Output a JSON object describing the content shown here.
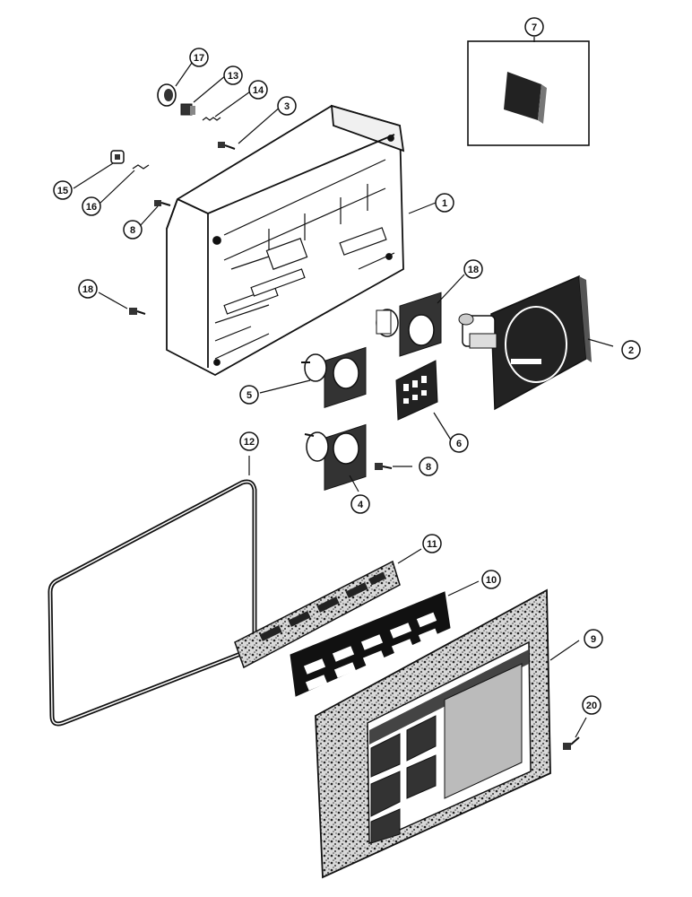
{
  "diagram": {
    "callouts": [
      {
        "id": "c1",
        "label": "1"
      },
      {
        "id": "c2",
        "label": "2"
      },
      {
        "id": "c3",
        "label": "3"
      },
      {
        "id": "c4",
        "label": "4"
      },
      {
        "id": "c5",
        "label": "5"
      },
      {
        "id": "c6",
        "label": "6"
      },
      {
        "id": "c7",
        "label": "7"
      },
      {
        "id": "c8a",
        "label": "8"
      },
      {
        "id": "c8b",
        "label": "8"
      },
      {
        "id": "c9",
        "label": "9"
      },
      {
        "id": "c10",
        "label": "10"
      },
      {
        "id": "c11",
        "label": "11"
      },
      {
        "id": "c12",
        "label": "12"
      },
      {
        "id": "c13",
        "label": "13"
      },
      {
        "id": "c14",
        "label": "14"
      },
      {
        "id": "c15",
        "label": "15"
      },
      {
        "id": "c16",
        "label": "16"
      },
      {
        "id": "c17",
        "label": "17"
      },
      {
        "id": "c18a",
        "label": "18"
      },
      {
        "id": "c18b",
        "label": "18"
      },
      {
        "id": "c20",
        "label": "20"
      }
    ]
  },
  "colors": {
    "ink": "#111111",
    "paper": "#ffffff",
    "shade": "#555555"
  }
}
